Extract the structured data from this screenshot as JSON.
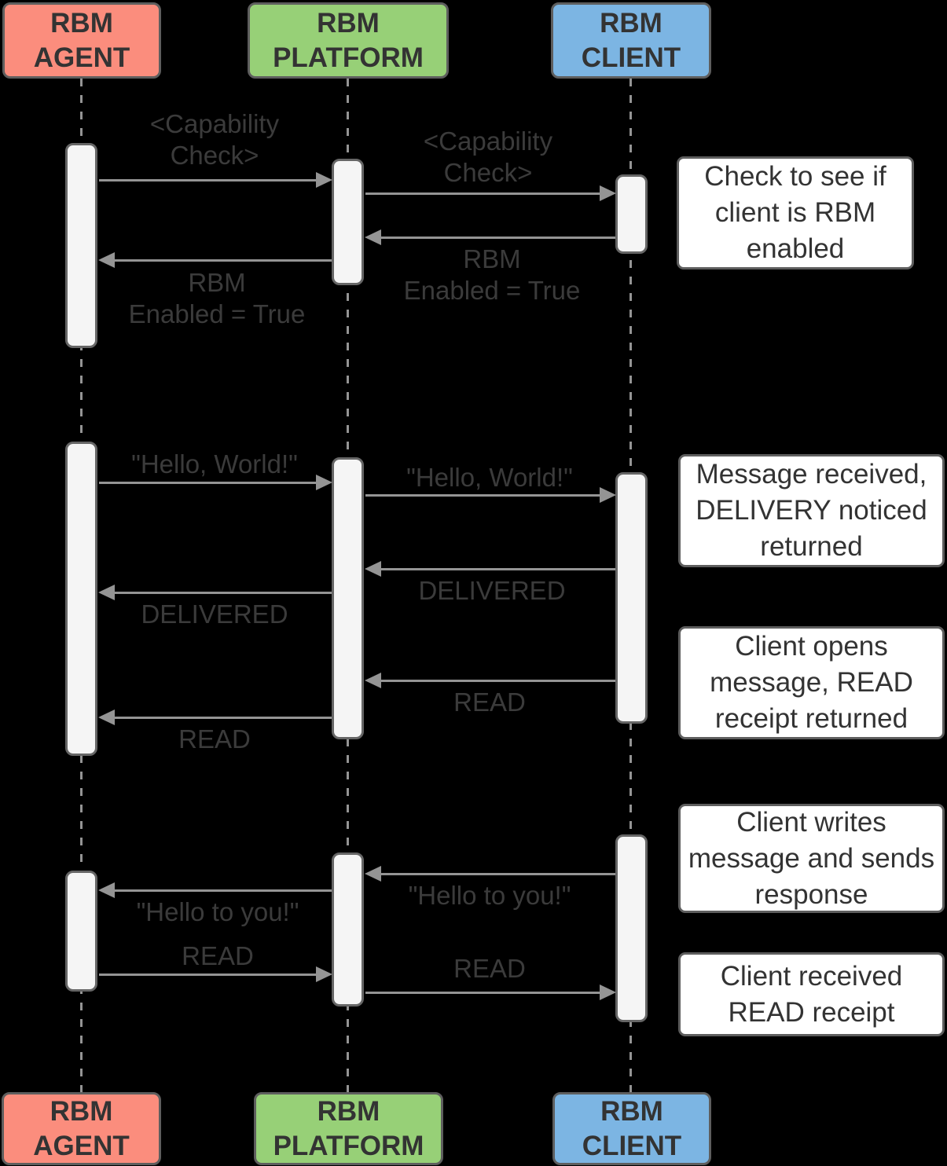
{
  "diagram": {
    "type": "sequence-diagram",
    "actors": [
      {
        "id": "agent",
        "label": "RBM\nAGENT"
      },
      {
        "id": "platform",
        "label": "RBM\nPLATFORM"
      },
      {
        "id": "client",
        "label": "RBM\nCLIENT"
      }
    ],
    "messages": [
      {
        "from": "RBM AGENT",
        "to": "RBM PLATFORM",
        "label": "<Capability\nCheck>"
      },
      {
        "from": "RBM PLATFORM",
        "to": "RBM CLIENT",
        "label": "<Capability\nCheck>"
      },
      {
        "from": "RBM CLIENT",
        "to": "RBM PLATFORM",
        "label": "RBM\nEnabled = True"
      },
      {
        "from": "RBM PLATFORM",
        "to": "RBM AGENT",
        "label": "RBM\nEnabled = True"
      },
      {
        "from": "RBM AGENT",
        "to": "RBM PLATFORM",
        "label": "\"Hello, World!\""
      },
      {
        "from": "RBM PLATFORM",
        "to": "RBM CLIENT",
        "label": "\"Hello, World!\""
      },
      {
        "from": "RBM CLIENT",
        "to": "RBM PLATFORM",
        "label": "DELIVERED"
      },
      {
        "from": "RBM PLATFORM",
        "to": "RBM AGENT",
        "label": "DELIVERED"
      },
      {
        "from": "RBM CLIENT",
        "to": "RBM PLATFORM",
        "label": "READ"
      },
      {
        "from": "RBM PLATFORM",
        "to": "RBM AGENT",
        "label": "READ"
      },
      {
        "from": "RBM CLIENT",
        "to": "RBM PLATFORM",
        "label": "\"Hello to you!\""
      },
      {
        "from": "RBM PLATFORM",
        "to": "RBM AGENT",
        "label": "\"Hello to you!\""
      },
      {
        "from": "RBM AGENT",
        "to": "RBM PLATFORM",
        "label": "READ"
      },
      {
        "from": "RBM PLATFORM",
        "to": "RBM CLIENT",
        "label": "READ"
      }
    ],
    "notes": [
      {
        "text": "Check to see if\nclient is RBM\nenabled"
      },
      {
        "text": "Message received,\nDELIVERY noticed\nreturned"
      },
      {
        "text": "Client opens\nmessage, READ\nreceipt returned"
      },
      {
        "text": "Client writes\nmessage and sends\nresponse"
      },
      {
        "text": "Client received\nREAD receipt"
      }
    ],
    "colors": {
      "agent_fill": "#FB8D7D",
      "platform_fill": "#97D077",
      "client_fill": "#7CB5E3",
      "box_border": "#5e5e5e",
      "arrow_line": "#949494",
      "text": "#333333",
      "activation_fill": "#F5F5F5",
      "note_fill": "#FFFFFF",
      "background": "#000000"
    }
  }
}
